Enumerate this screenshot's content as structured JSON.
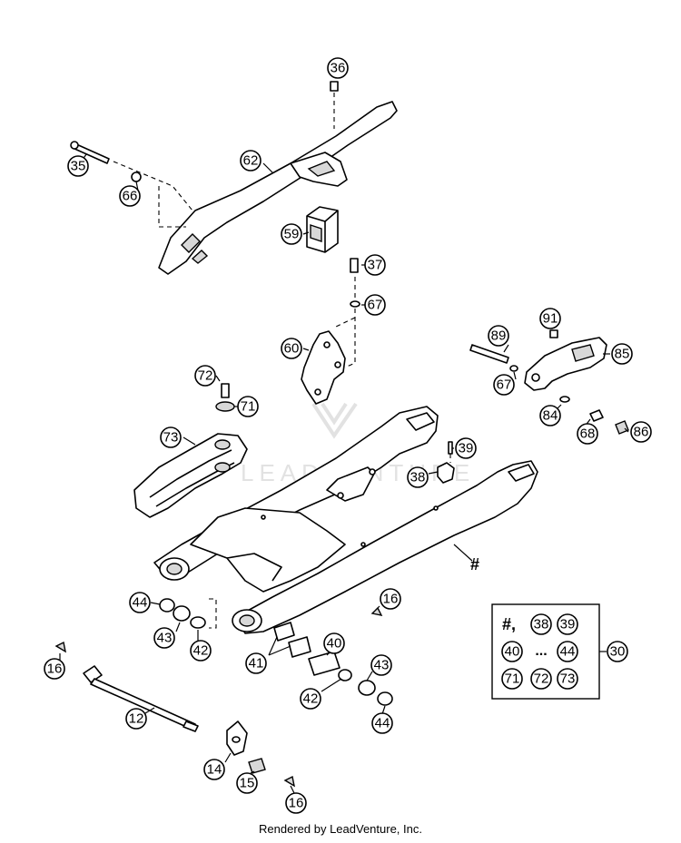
{
  "watermark": "LEADVENTURE",
  "hash_label": "#",
  "credit": "Rendered by LeadVenture, Inc.",
  "callouts": [
    "36",
    "35",
    "62",
    "66",
    "59",
    "37",
    "67",
    "60",
    "72",
    "71",
    "73",
    "89",
    "91",
    "85",
    "67",
    "84",
    "68",
    "86",
    "39",
    "38",
    "44",
    "43",
    "42",
    "16",
    "41",
    "40",
    "42",
    "43",
    "44",
    "16",
    "12",
    "14",
    "15",
    "16",
    "30"
  ],
  "legend": {
    "rows": [
      [
        "#,",
        "38",
        "39"
      ],
      [
        "40",
        "...",
        "44"
      ],
      [
        "71",
        "72",
        "73"
      ]
    ]
  }
}
